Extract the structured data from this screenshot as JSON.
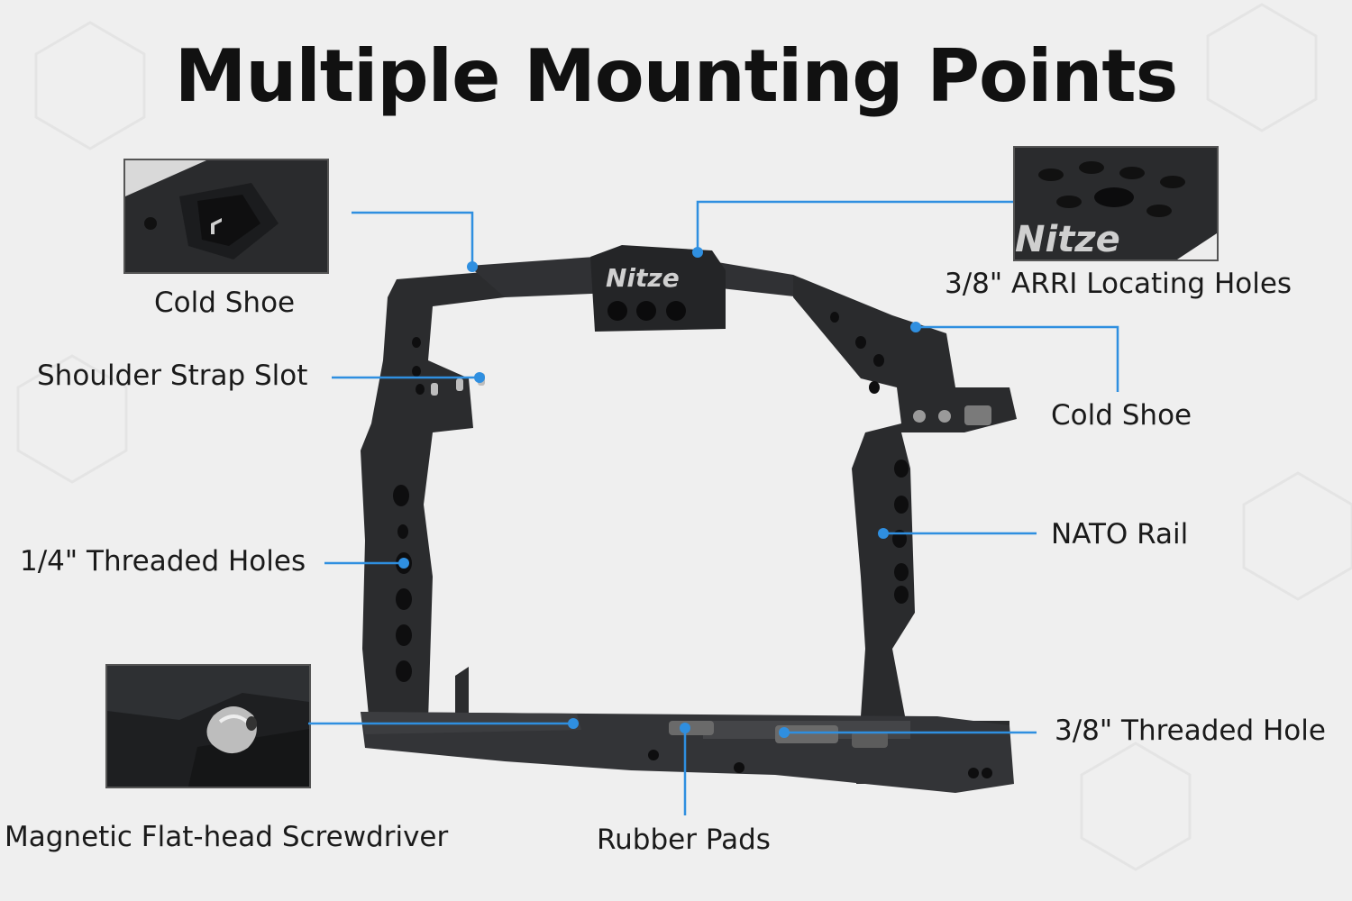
{
  "title": "Multiple Mounting Points",
  "labels": {
    "cold_shoe_left": "Cold Shoe",
    "shoulder_strap_slot": "Shoulder Strap Slot",
    "threaded_holes_quarter": "1/4\" Threaded Holes",
    "magnetic_screwdriver": "Magnetic Flat-head Screwdriver",
    "rubber_pads": "Rubber Pads",
    "arri_locating_holes": "3/8\" ARRI Locating Holes",
    "cold_shoe_right": "Cold Shoe",
    "nato_rail": "NATO Rail",
    "threaded_hole_3_8": "3/8\" Threaded Hole"
  },
  "brand": "Nitze",
  "colors": {
    "callout": "#2f8fe0",
    "cage": "#2b2c2e",
    "background": "#efefef"
  }
}
